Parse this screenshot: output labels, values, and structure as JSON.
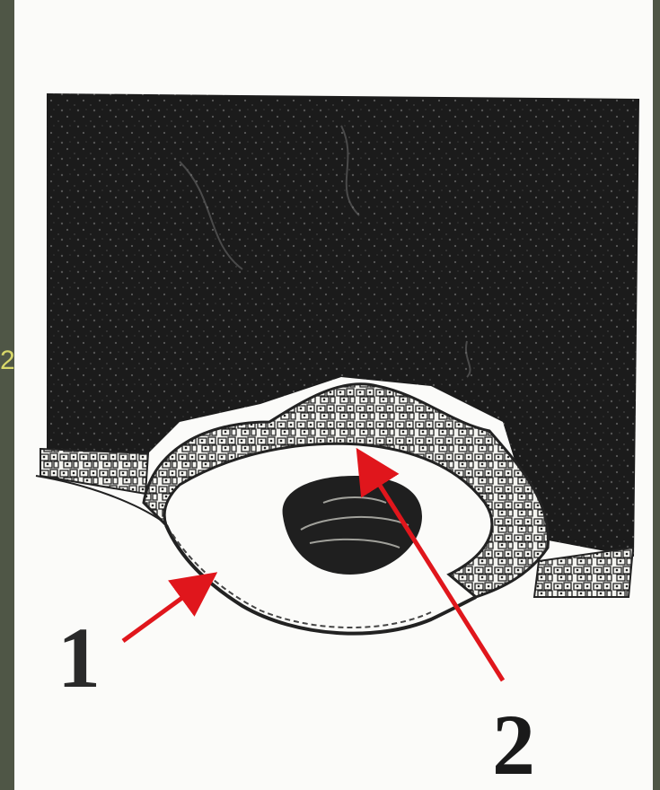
{
  "labels": {
    "label_1": "1",
    "label_2": "2",
    "side_mark": "2"
  },
  "colors": {
    "background": "#4f5646",
    "paper": "#fbfbf9",
    "tissue_dark": "#1b1b1b",
    "arrow": "#e0161c",
    "label": "#2a2a2a"
  }
}
